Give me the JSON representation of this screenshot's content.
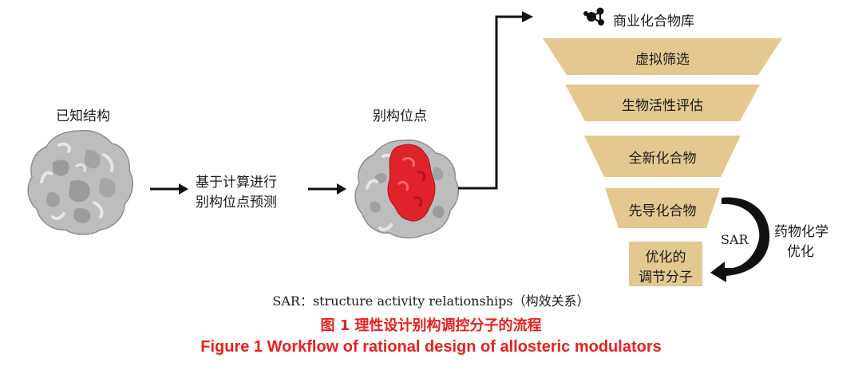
{
  "colors": {
    "stage_fill": "#e3c98f",
    "site_red": "#e0222b",
    "caption_red": "#e8201f",
    "protein_gray": "#bdbdbd"
  },
  "left": {
    "known_structure": "已知结构",
    "computation_line1": "基于计算进行",
    "computation_line2": "别构位点预测"
  },
  "middle": {
    "allosteric_site": "别构位点"
  },
  "library": {
    "label": "商业化合物库",
    "icon": "molecule-icon"
  },
  "funnel": {
    "stages": [
      {
        "label": "虚拟筛选"
      },
      {
        "label": "生物活性评估"
      },
      {
        "label": "全新化合物"
      },
      {
        "label": "先导化合物"
      },
      {
        "label_line1": "优化的",
        "label_line2": "调节分子"
      }
    ]
  },
  "sar_loop": {
    "label": "SAR",
    "side_line1": "药物化学",
    "side_line2": "优化"
  },
  "captions": {
    "note": "SAR：structure activity relationships（构效关系）",
    "zh": "图 1  理性设计别构调控分子的流程",
    "en": "Figure 1  Workflow of rational design of allosteric modulators"
  }
}
